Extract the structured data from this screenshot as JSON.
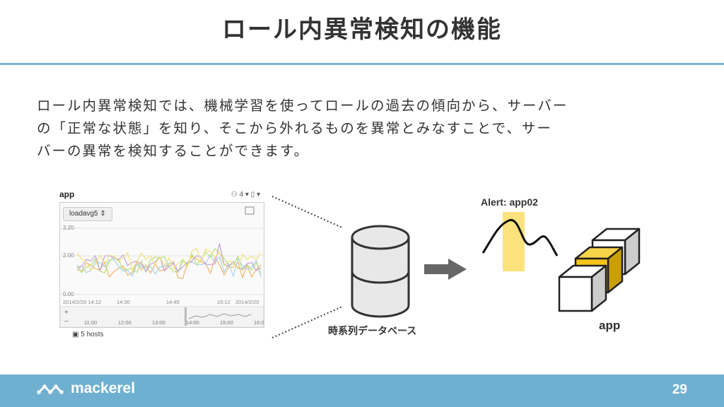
{
  "title": "ロール内異常検知の機能",
  "body_lines": [
    "ロール内異常検知では、機械学習を使ってロールの過去の傾向から、サーバー",
    "の「正常な状態」を知り、そこから外れるものを異常とみなすことで、サー",
    "バーの異常を検知することができます。"
  ],
  "graph": {
    "title": "app",
    "tools": "4",
    "metric": "loadavg5",
    "y_ticks": [
      "3.20",
      "2.00",
      "0.00"
    ],
    "x_ticks": [
      "2014/2/20 14:12",
      "14:30",
      "14:45",
      "15:12",
      "2014/2/20"
    ],
    "nav_ticks": [
      "11:00",
      "12:00",
      "13:00",
      "14:00",
      "15:00",
      "16:0"
    ],
    "hosts": "5 hosts",
    "series_colors": [
      "#f2b56b",
      "#a6d5f0",
      "#b8e07a",
      "#c9a0dc",
      "#f3e27a"
    ]
  },
  "database_label": "時系列データベース",
  "alert_label": "Alert: app02",
  "app_label": "app",
  "footer": {
    "logo": "mackerel",
    "page": "29"
  },
  "colors": {
    "accent": "#6fb0d1",
    "highlight": "#fce27a",
    "cube_yellow": "#f5c51a"
  }
}
